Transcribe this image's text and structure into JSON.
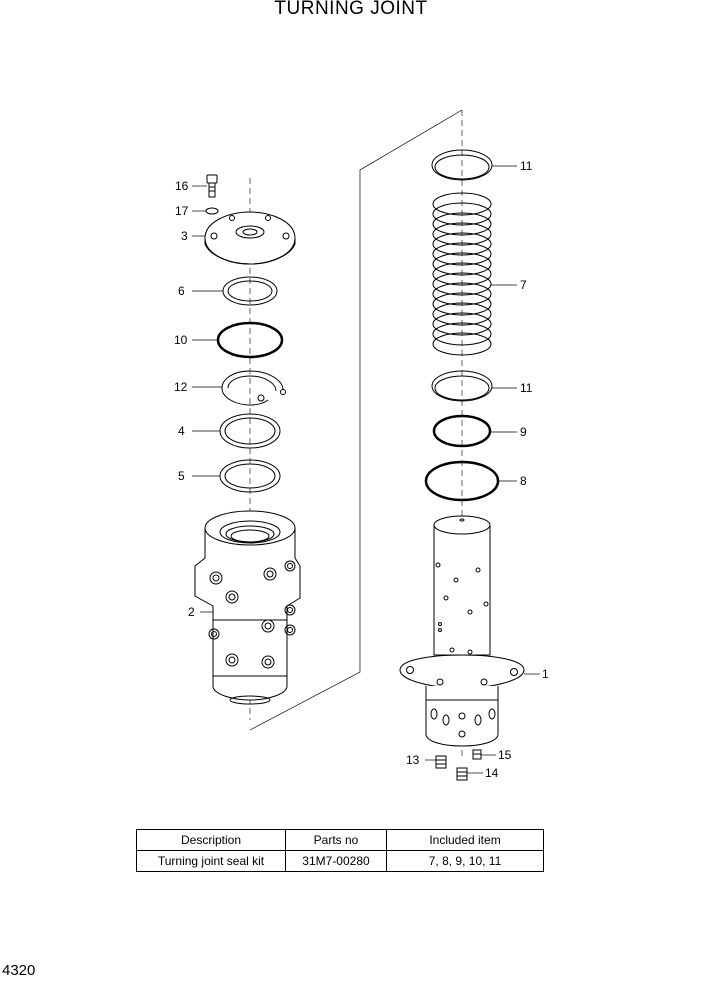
{
  "title": "TURNING JOINT",
  "page_number": "4320",
  "callouts": {
    "c16": "16",
    "c17": "17",
    "c3": "3",
    "c6": "6",
    "c10": "10",
    "c12": "12",
    "c4": "4",
    "c5": "5",
    "c2": "2",
    "c11a": "11",
    "c7": "7",
    "c11b": "11",
    "c9": "9",
    "c8": "8",
    "c1": "1",
    "c13": "13",
    "c15": "15",
    "c14": "14"
  },
  "table": {
    "headers": [
      "Description",
      "Parts no",
      "Included item"
    ],
    "rows": [
      [
        "Turning joint seal kit",
        "31M7-00280",
        "7, 8, 9, 10, 11"
      ]
    ]
  }
}
